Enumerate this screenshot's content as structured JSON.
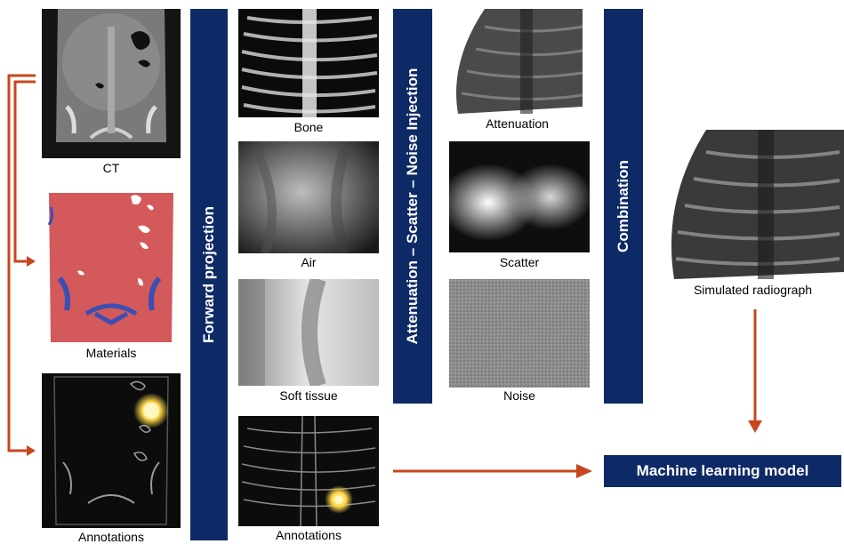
{
  "captions": {
    "ct": "CT",
    "materials": "Materials",
    "annotations_left": "Annotations",
    "bone": "Bone",
    "air": "Air",
    "soft_tissue": "Soft tissue",
    "annotations_mid": "Annotations",
    "attenuation": "Attenuation",
    "scatter": "Scatter",
    "noise": "Noise",
    "simulated": "Simulated radiograph"
  },
  "stages": {
    "forward": "Forward projection",
    "asn": "Attenuation – Scatter – Noise Injection",
    "combination": "Combination",
    "model": "Machine learning model"
  },
  "colors": {
    "stage_fill": "#0e2a66",
    "arrow": "#c8461e",
    "material_tissue": "#d4595a",
    "material_bone": "#3a4fb4",
    "annotation_glow": "#ffd84a"
  }
}
